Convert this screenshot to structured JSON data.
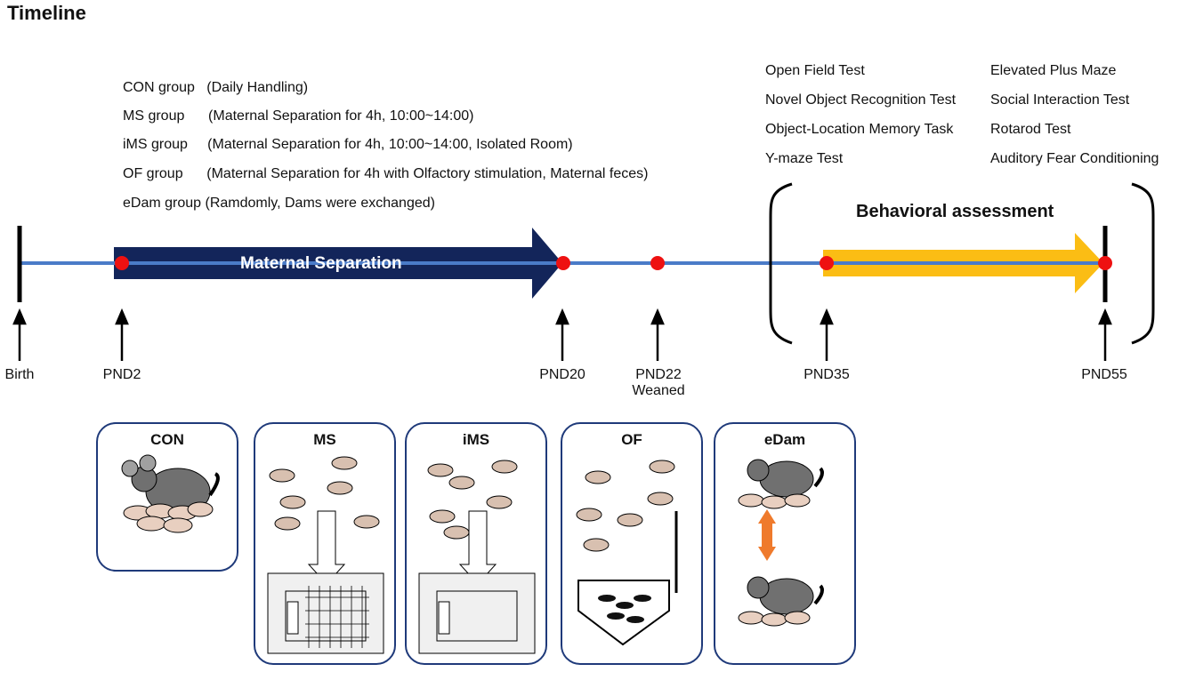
{
  "title": "Timeline",
  "groups": [
    {
      "name": "CON group",
      "desc": "(Daily Handling)"
    },
    {
      "name": "MS group",
      "desc": "(Maternal Separation for 4h, 10:00~14:00)"
    },
    {
      "name": "iMS group",
      "desc": "(Maternal Separation for 4h, 10:00~14:00, Isolated Room)"
    },
    {
      "name": "OF group",
      "desc": "(Maternal Separation for 4h with Olfactory stimulation, Maternal  feces)"
    },
    {
      "name": "eDam group",
      "desc": "(Ramdomly, Dams were exchanged)"
    }
  ],
  "tests": {
    "col1": [
      "Open Field Test",
      "Novel Object Recognition Test",
      "Object-Location Memory Task",
      "Y-maze Test"
    ],
    "col2": [
      "Elevated Plus Maze",
      "Social Interaction Test",
      "Rotarod Test",
      "Auditory Fear Conditioning"
    ]
  },
  "phases": {
    "separation": "Maternal Separation",
    "behavior": "Behavioral assessment"
  },
  "timepoints": [
    {
      "label": "Birth",
      "sub": ""
    },
    {
      "label": "PND2",
      "sub": ""
    },
    {
      "label": "PND20",
      "sub": ""
    },
    {
      "label": "PND22",
      "sub": "Weaned"
    },
    {
      "label": "PND35",
      "sub": ""
    },
    {
      "label": "PND55",
      "sub": ""
    }
  ],
  "cards": [
    "CON",
    "MS",
    "iMS",
    "OF",
    "eDam"
  ],
  "colors": {
    "timeline": "#4a7bc8",
    "separation_arrow": "#13255a",
    "behavior_arrow": "#fbbd14",
    "dot": "#ee1111",
    "card_border": "#1f3a7a",
    "exchange_arrow": "#ef7a2c"
  }
}
